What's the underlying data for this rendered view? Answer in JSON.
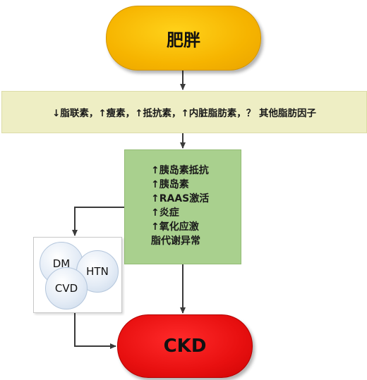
{
  "top_node": {
    "label": "肥胖"
  },
  "factors": {
    "text": "↓脂联素，↑瘦素，↑抵抗素，↑内脏脂肪素，？ 其他脂肪因子"
  },
  "mechanisms": [
    "↑胰岛素抵抗",
    "↑胰岛素",
    "↑RAAS激活",
    "↑炎症",
    "↑氧化应激",
    "脂代谢异常"
  ],
  "comorbidities": {
    "dm": "DM",
    "htn": "HTN",
    "cvd": "CVD"
  },
  "bottom_node": {
    "label": "CKD"
  },
  "colors": {
    "top_node": "#f6b400",
    "factors_bg": "#eeeec4",
    "mechanisms_bg": "#a9d08e",
    "bottom_node": "#e81010",
    "bubble": "#e4ecf6",
    "arrow": "#3a3a3a"
  }
}
